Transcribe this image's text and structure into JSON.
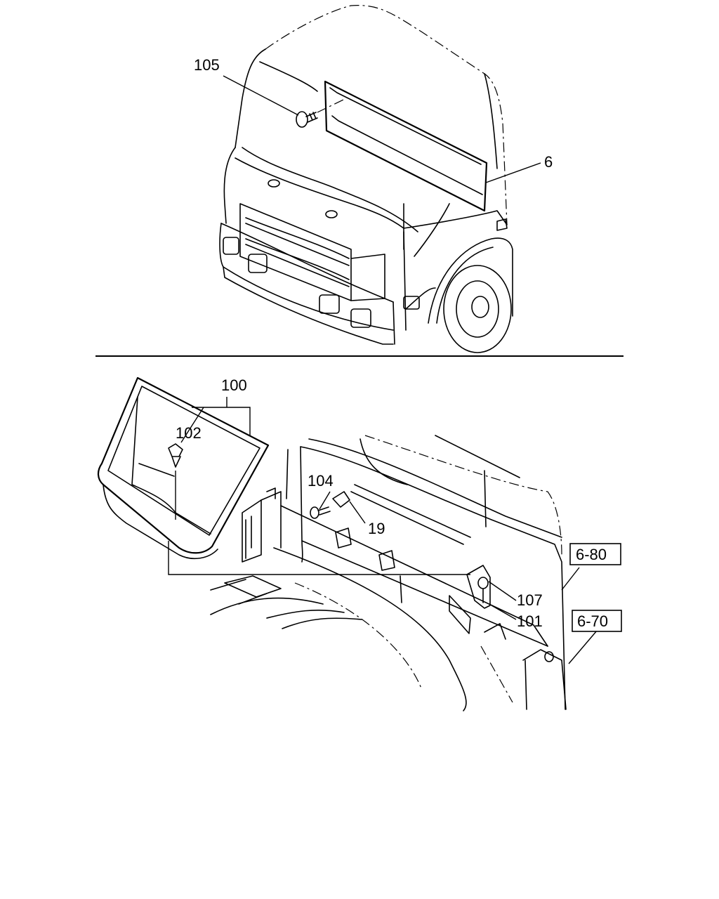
{
  "callouts": {
    "c105": "105",
    "c6": "6",
    "c100": "100",
    "c102": "102",
    "c104": "104",
    "c19": "19",
    "c107": "107",
    "c101": "101"
  },
  "references": {
    "r680": "6-80",
    "r670": "6-70"
  }
}
